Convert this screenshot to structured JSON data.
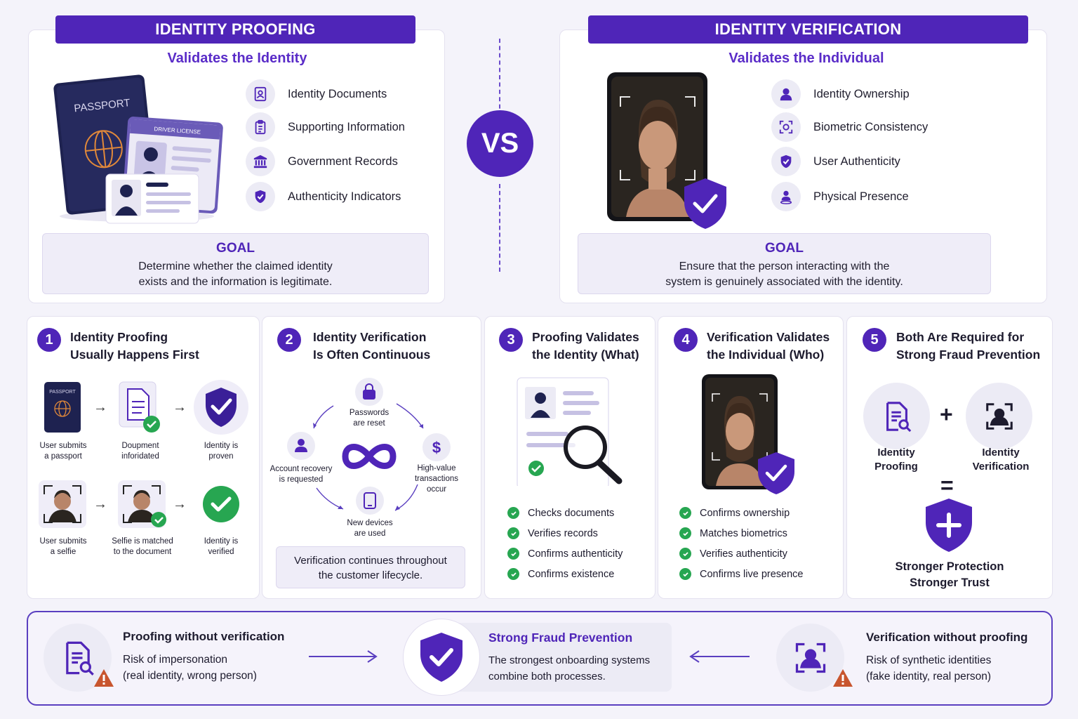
{
  "proofing": {
    "title": "IDENTITY PROOFING",
    "subtitle": "Validates the Identity",
    "passport_label": "PASSPORT",
    "license_label": "DRIVER LICENSE",
    "features": [
      {
        "label": "Identity Documents",
        "icon": "document-icon"
      },
      {
        "label": "Supporting Information",
        "icon": "clipboard-icon"
      },
      {
        "label": "Government Records",
        "icon": "bank-icon"
      },
      {
        "label": "Authenticity Indicators",
        "icon": "shield-check-icon"
      }
    ],
    "goal_title": "GOAL",
    "goal_line1": "Determine whether the claimed identity",
    "goal_line2": "exists and the information is legitimate."
  },
  "vs": "VS",
  "verification": {
    "title": "IDENTITY VERIFICATION",
    "subtitle": "Validates the Individual",
    "features": [
      {
        "label": "Identity Ownership",
        "icon": "user-icon"
      },
      {
        "label": "Biometric Consistency",
        "icon": "face-scan-icon"
      },
      {
        "label": "User Authenticity",
        "icon": "shield-check-icon"
      },
      {
        "label": "Physical Presence",
        "icon": "person-pin-icon"
      }
    ],
    "goal_title": "GOAL",
    "goal_line1": "Ensure that the person interacting with the",
    "goal_line2": "system is genuinely associated with the identity."
  },
  "steps": [
    {
      "num": "1",
      "line1": "Identity Proofing",
      "line2": "Usually Happens First",
      "captions": [
        [
          "User submits",
          "a passport"
        ],
        [
          "Doupment",
          "inforidated"
        ],
        [
          "Identity is",
          "proven"
        ],
        [
          "User submits",
          "a selfie"
        ],
        [
          "Selfie is matched",
          "to the document"
        ],
        [
          "Identity is",
          "verified"
        ]
      ],
      "mini_passport": "PASSPORT"
    },
    {
      "num": "2",
      "line1": "Identity Verification",
      "line2": "Is Often Continuous",
      "cycle": [
        [
          "Passwords",
          "are reset"
        ],
        [
          "High-value",
          "transactions",
          "occur"
        ],
        [
          "New devices",
          "are used"
        ],
        [
          "Account recovery",
          "is requested"
        ]
      ],
      "note_line1": "Verification continues throughout",
      "note_line2": "the customer lifecycle."
    },
    {
      "num": "3",
      "line1": "Proofing Validates",
      "line2": "the Identity (What)",
      "checks": [
        "Checks documents",
        "Verifies records",
        "Confirms authenticity",
        "Confirms existence"
      ]
    },
    {
      "num": "4",
      "line1": "Verification Validates",
      "line2": "the Individual (Who)",
      "checks": [
        "Confirms ownership",
        "Matches biometrics",
        "Verifies authenticity",
        "Confirms live presence"
      ]
    },
    {
      "num": "5",
      "line1": "Both Are Required for",
      "line2": "Strong Fraud Prevention",
      "left": [
        "Identity",
        "Proofing"
      ],
      "right": [
        "Identity",
        "Verification"
      ],
      "plus": "+",
      "equals": "=",
      "result1": "Stronger Protection",
      "result2": "Stronger Trust"
    }
  ],
  "bottom": {
    "left_title": "Proofing without verification",
    "left_line1": "Risk of impersonation",
    "left_line2": "(real identity, wrong person)",
    "center_title": "Strong Fraud Prevention",
    "center_line1": "The strongest onboarding systems",
    "center_line2": "combine both processes.",
    "right_title": "Verification without proofing",
    "right_line1": "Risk of synthetic identities",
    "right_line2": "(fake identity, real person)"
  },
  "colors": {
    "accent": "#4f25b8",
    "accent_light": "#ecebf5",
    "check_green": "#27a651",
    "warning": "#c8552e"
  }
}
